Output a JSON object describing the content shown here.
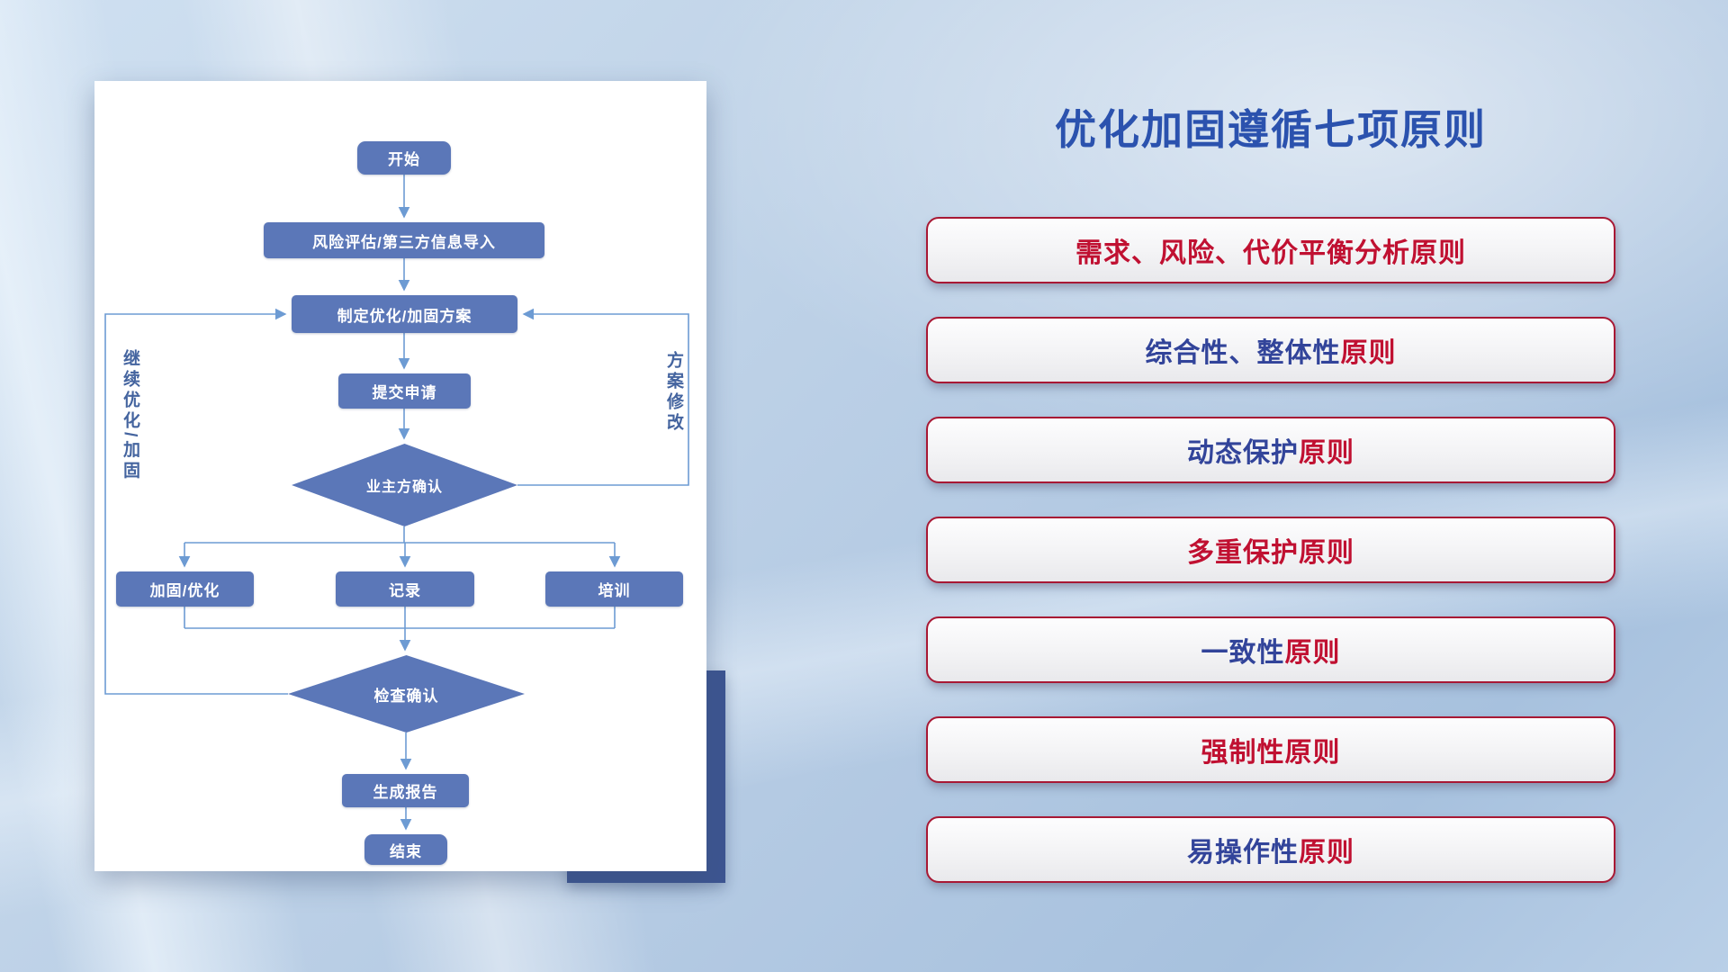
{
  "title": "优化加固遵循七项原则",
  "flowchart": {
    "nodes": {
      "start": "开始",
      "risk_import": "风险评估/第三方信息导入",
      "make_plan": "制定优化/加固方案",
      "submit": "提交申请",
      "owner_confirm": "业主方确认",
      "reinforce": "加固/优化",
      "record": "记录",
      "training": "培训",
      "check_confirm": "检查确认",
      "report": "生成报告",
      "end": "结束"
    },
    "loop_labels": {
      "left": "继续优化/加固",
      "right": "方案修改"
    }
  },
  "principles": [
    {
      "segments": [
        {
          "text": "需求、风险、代价平衡分析原则",
          "color": "#c01031"
        }
      ]
    },
    {
      "segments": [
        {
          "text": "综合性、整体性",
          "color": "#32449a"
        },
        {
          "text": "原则",
          "color": "#c01031"
        }
      ]
    },
    {
      "segments": [
        {
          "text": "动态保护",
          "color": "#32449a"
        },
        {
          "text": "原则",
          "color": "#c01031"
        }
      ]
    },
    {
      "segments": [
        {
          "text": "多重保护原则",
          "color": "#c01031"
        }
      ]
    },
    {
      "segments": [
        {
          "text": "一致性",
          "color": "#32449a"
        },
        {
          "text": "原则",
          "color": "#c01031"
        }
      ]
    },
    {
      "segments": [
        {
          "text": "强制性原则",
          "color": "#c01031"
        }
      ]
    },
    {
      "segments": [
        {
          "text": "易操作性",
          "color": "#32449a"
        },
        {
          "text": "原则",
          "color": "#c01031"
        }
      ]
    }
  ],
  "colors": {
    "title": "#2b52ae",
    "node_fill": "#5b77b8",
    "node_text": "#ffffff",
    "connector": "#6d9bd3",
    "principle_border": "#a81834",
    "principle_red": "#c01031",
    "principle_navy": "#32449a",
    "accent_rect": "#3d5591"
  }
}
